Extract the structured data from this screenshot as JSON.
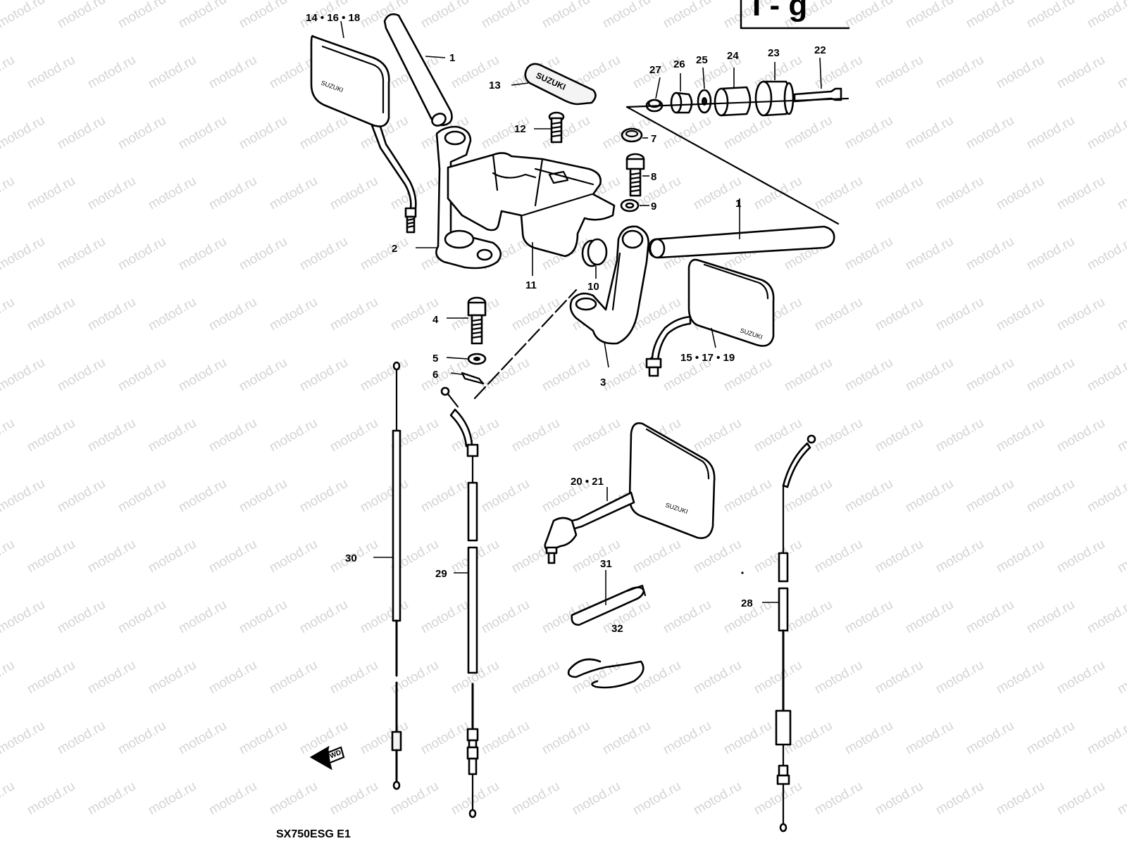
{
  "model_code": "SX750ESG  E1",
  "header_box_text": "I - g",
  "watermark": "motod.ru",
  "fwd_label": "FWD",
  "mirror_brand": "SUZUKI",
  "grip_badge": "SUZUKI",
  "callouts": {
    "c1a": "1",
    "c1b": "1",
    "c2": "2",
    "c3": "3",
    "c4": "4",
    "c5": "5",
    "c6": "6",
    "c7": "7",
    "c8": "8",
    "c9": "9",
    "c10": "10",
    "c11": "11",
    "c12": "12",
    "c13": "13",
    "c14_16_18": "14 • 16 • 18",
    "c15_17_19": "15 • 17 • 19",
    "c20_21": "20 • 21",
    "c22": "22",
    "c23": "23",
    "c24": "24",
    "c25": "25",
    "c26": "26",
    "c27": "27",
    "c28": "28",
    "c29": "29",
    "c30": "30",
    "c31": "31",
    "c32": "32"
  }
}
